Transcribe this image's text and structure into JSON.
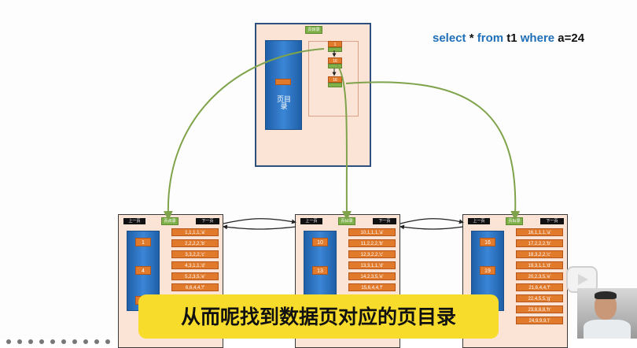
{
  "sql": {
    "select": "select",
    "star": "*",
    "from": "from",
    "table": "t1",
    "where": "where",
    "cond": "a=24"
  },
  "root": {
    "tag": "页目录",
    "dir_label": "页目录",
    "entries": [
      {
        "key": "1"
      },
      {
        "key": "16"
      },
      {
        "key": "16"
      }
    ]
  },
  "leaves": [
    {
      "prev": "上一页",
      "next": "下一页",
      "tag": "页目录",
      "dir": [
        "1",
        "4",
        ""
      ],
      "records": [
        "1,1,1,1,'a'",
        "2,2,2,2,'b'",
        "3,3,2,2,'c'",
        "4,3,1,1,'d'",
        "5,2,3,5,'e'",
        "6,6,4,4,'f'"
      ]
    },
    {
      "prev": "上一页",
      "next": "下一页",
      "tag": "页目录",
      "dir": [
        "10",
        "13"
      ],
      "records": [
        "10,1,1,1,'a'",
        "11,2,2,2,'b'",
        "12,3,2,2,'c'",
        "13,3,1,1,'d'",
        "14,2,3,5,'e'",
        "15,6,4,4,'f'"
      ]
    },
    {
      "prev": "上一页",
      "next": "下一页",
      "tag": "页目录",
      "dir": [
        "16",
        "19"
      ],
      "records": [
        "16,1,1,1,'a'",
        "17,2,2,2,'b'",
        "18,3,2,2,'c'",
        "19,3,1,1,'d'",
        "20,2,3,5,'e'",
        "21,6,4,4,'f'",
        "22,4,5,5,'g'",
        "23,8,8,8,'h'",
        "24,9,9,9,'i'"
      ]
    }
  ],
  "caption": "从而呢找到数据页对应的页目录",
  "colors": {
    "pointer": "#7fa34a",
    "record": "#e27a2c",
    "directory": "#2a6fc0",
    "page_bg": "#fbe3d6",
    "caption_bg": "#f7dc2b",
    "keyword": "#1f6fb8"
  },
  "icons": [
    "play-icon",
    "presenter-avatar"
  ]
}
